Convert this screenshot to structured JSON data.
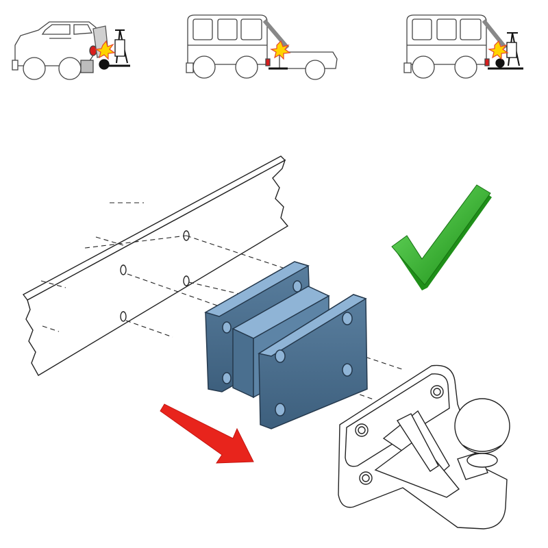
{
  "scenarios": [
    {
      "id": "suv-bike-rack",
      "status": "collision"
    },
    {
      "id": "van-pickup-trailer",
      "status": "collision"
    },
    {
      "id": "van-bike-rack",
      "status": "collision"
    }
  ],
  "diagram": {
    "components": [
      "vehicle-chassis-beam",
      "spacer-extension-block",
      "tow-ball-coupling"
    ],
    "arrow_color": "#e8241c",
    "spacer_color": "#4a6f8f",
    "spacer_top_color": "#8fb4d6",
    "check_color": "#2fb52a",
    "warning_color": "#ffd400",
    "taillight_color": "#d81e1e"
  }
}
